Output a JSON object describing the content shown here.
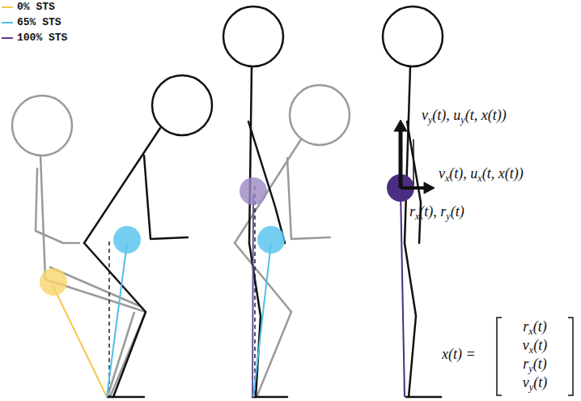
{
  "diagram": {
    "labels": [
      "v",
      "y",
      "(t), ",
      "u",
      "y",
      "(t, x(t))",
      "v",
      "x",
      "(t), ",
      "u",
      "x",
      "(t, x(t))",
      "r",
      "x",
      "(t), ",
      "r",
      "y",
      "(t)",
      "x(t) =",
      "r",
      "x",
      "(t)",
      "v",
      "x",
      "(t)",
      "r",
      "y",
      "(t)",
      "v",
      "y",
      "(t)"
    ],
    "legend": [
      {
        "text": "0% STS",
        "color": "#f5c84c"
      },
      {
        "text": "65% STS",
        "color": "#4fc0e8"
      },
      {
        "text": "100% STS",
        "color": "#5b3a8e"
      }
    ]
  }
}
